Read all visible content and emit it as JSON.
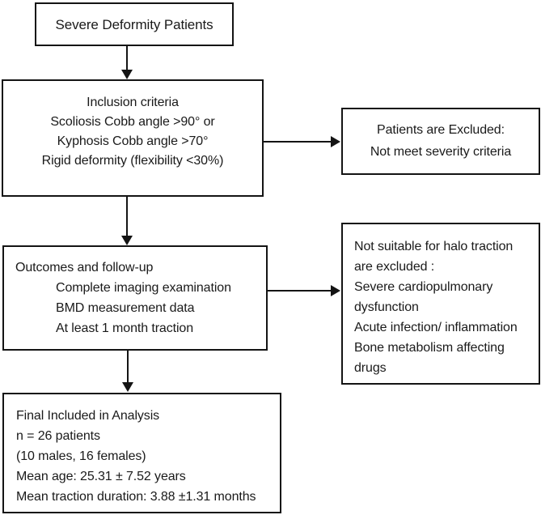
{
  "flowchart": {
    "colors": {
      "border": "#141414",
      "text": "#1a1a1a",
      "background": "#ffffff"
    },
    "boxes": {
      "start": {
        "title": "Severe Deformity Patients"
      },
      "inclusion": {
        "lines": [
          "Inclusion criteria",
          "Scoliosis Cobb angle >90° or",
          "Kyphosis Cobb angle >70°",
          "Rigid deformity (flexibility <30%)"
        ]
      },
      "excluded_severity": {
        "lines": [
          "Patients are Excluded:",
          "Not meet severity criteria"
        ]
      },
      "outcomes": {
        "heading": "Outcomes and follow-up",
        "items": [
          "Complete imaging examination",
          "BMD measurement data",
          "At least 1 month traction"
        ]
      },
      "excluded_halo": {
        "lines": [
          "Not suitable for halo traction",
          "are excluded :",
          "Severe cardiopulmonary",
          "dysfunction",
          "Acute infection/ inflammation",
          "Bone metabolism affecting",
          "drugs"
        ]
      },
      "final": {
        "lines": [
          "Final Included in Analysis",
          "n = 26 patients",
          "(10 males, 16 females)",
          "Mean age: 25.31 ± 7.52 years",
          "Mean traction duration: 3.88 ±1.31 months"
        ]
      }
    }
  }
}
